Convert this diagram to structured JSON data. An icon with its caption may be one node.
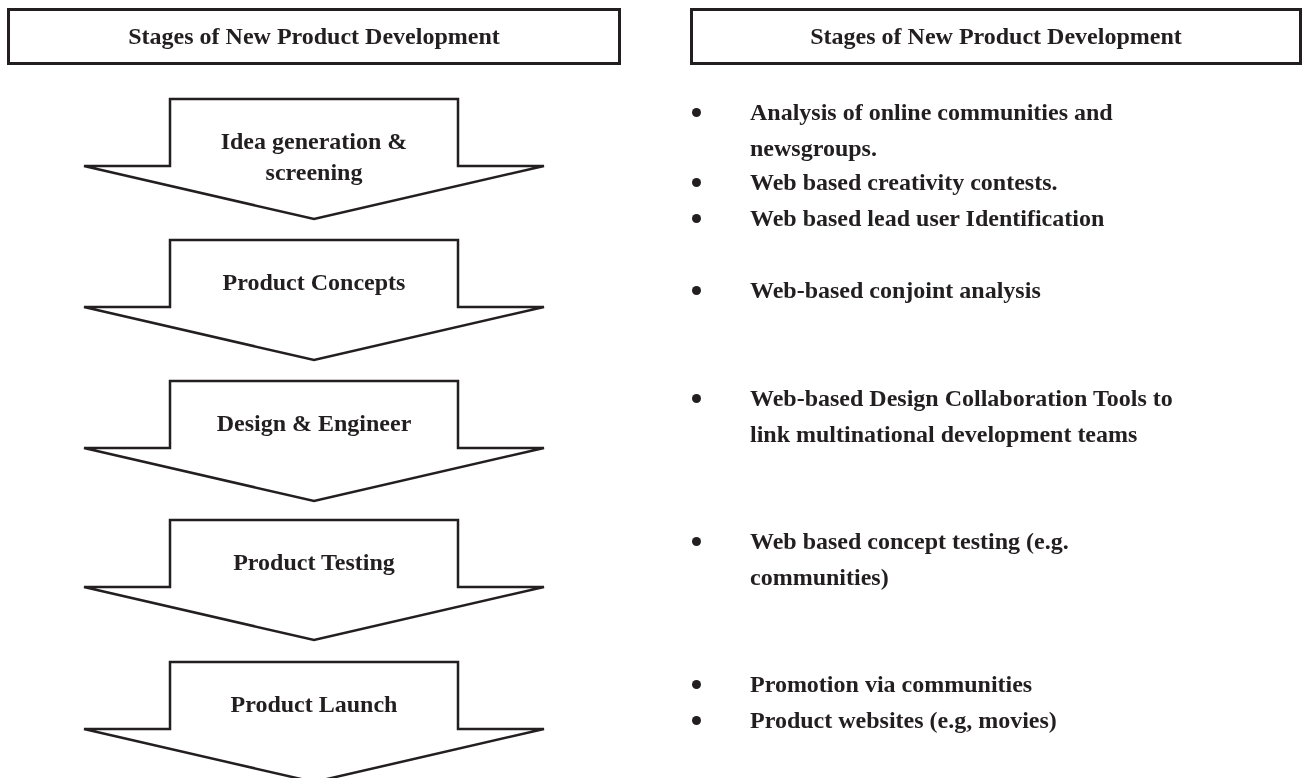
{
  "diagram": {
    "nodes": [
      {
        "text": [
          "Stages of New Product Development"
        ]
      },
      {
        "text": [
          "Stages of New Product Development"
        ]
      },
      {
        "text": [
          "Idea generation & screening"
        ]
      },
      {
        "text": [
          "Product Concepts"
        ]
      },
      {
        "text": [
          "Design & Engineer"
        ]
      },
      {
        "text": [
          "Product Testing"
        ]
      },
      {
        "text": [
          "Product Launch"
        ]
      }
    ],
    "labels": [
      "Analysis of online communities and newsgroups.",
      "Web based creativity contests.",
      "Web based lead user Identification",
      "Web-based conjoint analysis",
      "Web-based Design Collaboration Tools to link multinational development teams",
      "Web based concept testing (e.g. communities)",
      "Promotion via communities",
      "Product websites (e.g, movies)"
    ]
  }
}
